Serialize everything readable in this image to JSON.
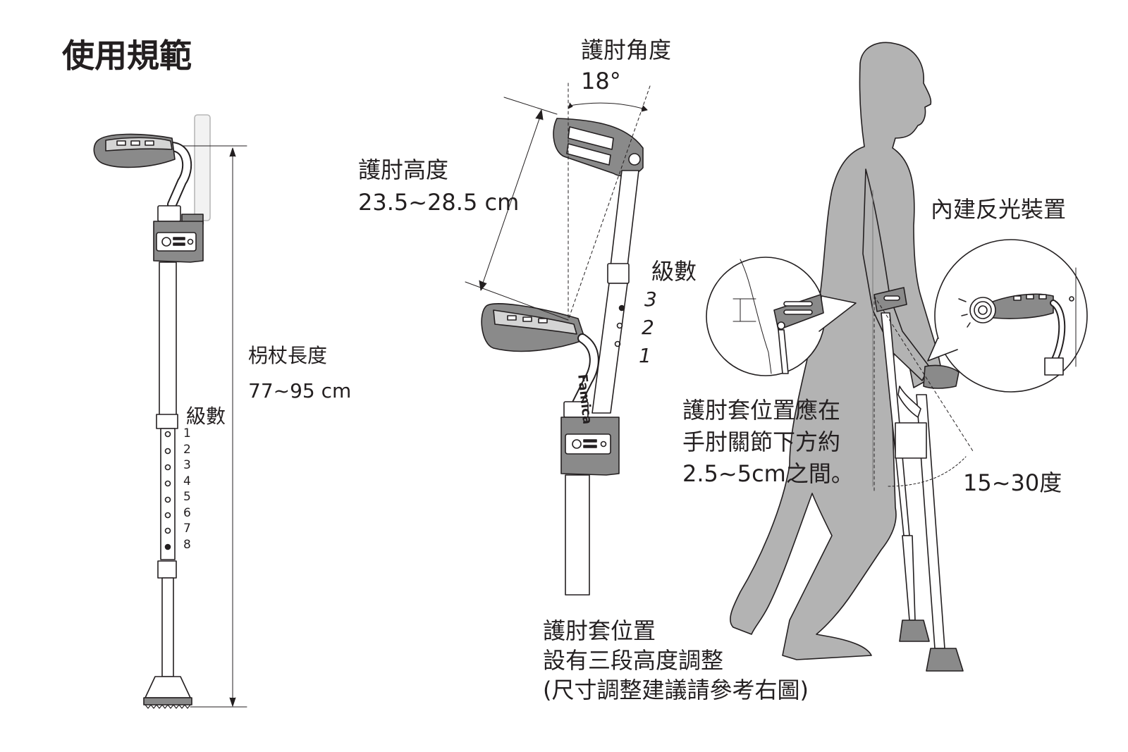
{
  "title": "使用規範",
  "left_crutch": {
    "length_label": "枴杖長度",
    "length_value": "77~95 cm",
    "level_label": "級數",
    "levels": [
      "1",
      "2",
      "3",
      "4",
      "5",
      "6",
      "7",
      "8"
    ]
  },
  "middle_crutch": {
    "angle_label": "護肘角度",
    "angle_value": "18°",
    "height_label": "護肘高度",
    "height_value": "23.5~28.5 cm",
    "level_label": "級數",
    "levels": [
      "3",
      "2",
      "1"
    ],
    "brand": "Famica",
    "cuff_note": [
      "護肘套位置",
      "設有三段高度調整",
      "(尺寸調整建議請參考右圖)"
    ]
  },
  "figure": {
    "reflector_label": "內建反光裝置",
    "cuff_position_note": [
      "護肘套位置應在",
      "手肘關節下方約",
      "2.5~5cm之間。"
    ],
    "angle_range": "15~30度"
  },
  "colors": {
    "line": "#231f20",
    "grip_dark": "#8a8a8a",
    "grip_light": "#d4d4d4",
    "body": "#b3b3b3",
    "fill_light": "#f2f2f2"
  }
}
